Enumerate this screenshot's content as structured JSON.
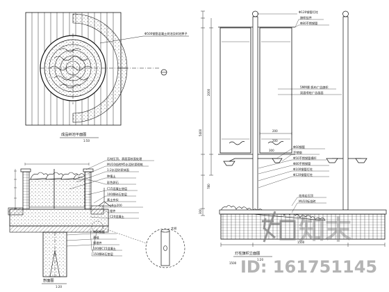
{
  "plan_view": {
    "title": "成品树池平面图",
    "scale": "1:50",
    "callout": "Φ500钢筋混凝土树池及树池箅子"
  },
  "section_view": {
    "title": "剖面图",
    "scale": "1:20",
    "labels": [
      "石材压顶，表面荔枝面处理",
      "MU10机砖M5水泥砂浆砌筑",
      "1:2水泥砂浆抹面",
      "种植土",
      "彩色卵石",
      "C15混凝土垫层",
      "100厚碎石垫层",
      "素土夯实",
      "φ8@200",
      "埋件",
      "C20混凝土",
      "Φ50钢管",
      "基础",
      "预埋件",
      "100厚C15混凝土",
      "150厚碎石垫层"
    ],
    "detail_label": "大样"
  },
  "elevation_view": {
    "title": "灯柱旗帜立面图",
    "scale": "1:20",
    "top_labels": [
      "Φ120钢管灯柱",
      "旗帜挂件",
      "Φ80不锈钢管"
    ],
    "mid_labels": [
      "5MM厚 帆布广告旗帜",
      "双面喷绘广告画面"
    ],
    "lower_labels": [
      "Φ60钢管",
      "不锈钢",
      "Φ50不锈钢管横杆",
      "Φ80不锈钢管",
      "Φ100钢管灯柱",
      "Φ120钢管灯柱"
    ],
    "base_labels": [
      "花岗岩压顶",
      "MU10标准砖"
    ],
    "height_dims": [
      "5400",
      "2000",
      "780",
      "300"
    ],
    "width_dims": [
      "300",
      "1500"
    ],
    "bottom_dim": "1500",
    "flag_marks": [
      "200",
      "200"
    ]
  },
  "watermark": {
    "logo_text": "知末",
    "id_text": "ID: 161751145"
  },
  "colors": {
    "line": "#111111",
    "background": "#ffffff",
    "watermark": "#7a7a7a"
  }
}
